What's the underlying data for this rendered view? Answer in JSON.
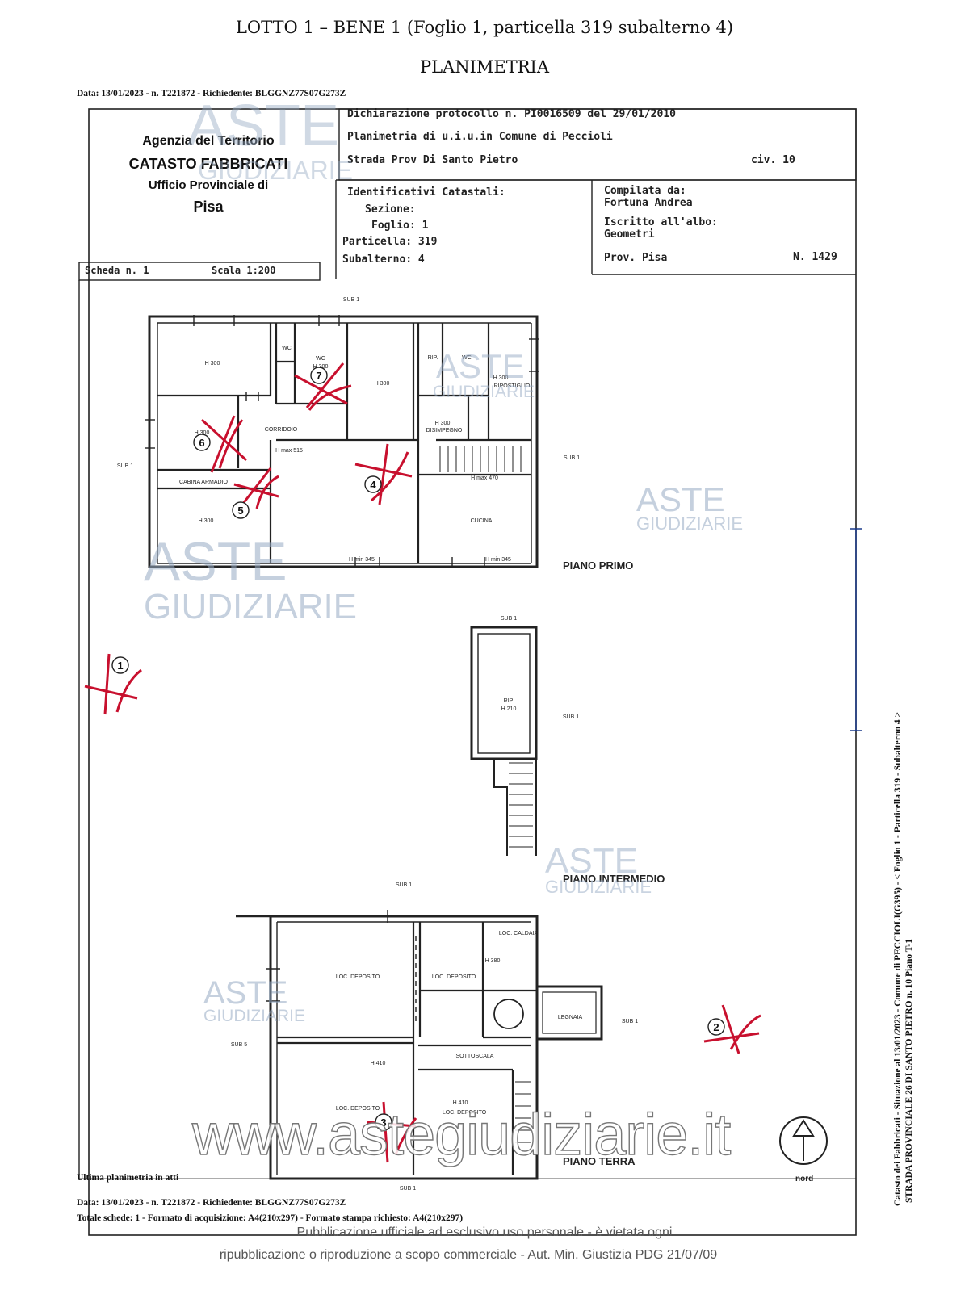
{
  "header": {
    "title": "LOTTO 1 – BENE 1 (Foglio 1, particella 319 subalterno 4)",
    "subtitle": "PLANIMETRIA"
  },
  "request_line": "Data: 13/01/2023 - n. T221872 - Richiedente: BLGGNZ77S07G273Z",
  "agency": {
    "line1": "Agenzia del Territorio",
    "line2": "CATASTO FABBRICATI",
    "line3": "Ufficio Provinciale di",
    "line4": "Pisa"
  },
  "declaration": {
    "protocol": "Dichiarazione protocollo n. PI0016509 del 29/01/2010",
    "plan": "Planimetria di u.i.u.in Comune di Peccioli",
    "street": "Strada Prov Di Santo Pietro",
    "civ": "civ. 10"
  },
  "identifiers": {
    "heading": "Identificativi Catastali:",
    "sezione": "Sezione:",
    "foglio": "Foglio: 1",
    "particella": "Particella: 319",
    "subalterno": "Subalterno: 4"
  },
  "compiler": {
    "label": "Compilata da:",
    "name": "Fortuna Andrea",
    "albo_label": "Iscritto all'albo:",
    "albo": "Geometri",
    "prov": "Prov. Pisa",
    "number": "N.  1429"
  },
  "scheda": {
    "number": "Scheda n. 1",
    "scale": "Scala 1:200"
  },
  "plan_labels": {
    "sub1": "SUB 1",
    "sub5": "SUB 5",
    "h300": "H 300",
    "h380": "H 380",
    "h410": "H 410",
    "h210": "H 210",
    "hmax515": "H max 515",
    "hmax470": "H max 470",
    "hmin345": "H min 345",
    "wc": "WC",
    "rip": "RIP.",
    "ripostiglio": "RIPOSTIGLIO",
    "corridoio": "CORRIDOIO",
    "disimpegno": "DISIMPEGNO",
    "cabina_armadio": "CABINA ARMADIO",
    "cucina": "CUCINA",
    "loc_deposito": "LOC. DEPOSITO",
    "loc_caldaia": "LOC. CALDAIA",
    "legnaia": "LEGNAIA",
    "sottoscala": "SOTTOSCALA",
    "piano_primo": "PIANO PRIMO",
    "piano_intermedio": "PIANO INTERMEDIO",
    "piano_terra": "PIANO TERRA",
    "nord": "nord"
  },
  "photo_points": [
    "1",
    "2",
    "3",
    "4",
    "5",
    "6",
    "7"
  ],
  "footer": {
    "last": "Ultima planimetria in atti",
    "request": "Data: 13/01/2023 - n. T221872 - Richiedente: BLGGNZ77S07G273Z",
    "totals": "Totale schede: 1 - Formato di acquisizione: A4(210x297) - Formato stampa richiesto: A4(210x297)"
  },
  "side_text": {
    "line1": "Catasto dei Fabbricati - Situazione al 13/01/2023 - Comune di PECCIOLI(G395) - < Foglio 1 - Particella 319 - Subalterno 4 >",
    "line2": "STRADA PROVINCIALE 26 DI SANTO PIETRO n. 10 Piano T-1"
  },
  "watermarks": {
    "aste": "ASTE",
    "giudiziarie": "GIUDIZIARIE",
    "site": "www.astegiudiziarie.it",
    "notice1": "Pubblicazione ufficiale ad esclusivo uso personale - è vietata ogni",
    "notice2": "ripubblicazione o riproduzione a scopo commerciale - Aut. Min. Giustizia PDG 21/07/09"
  },
  "colors": {
    "marker": "#c8102e",
    "watermark": "#9fb0c4",
    "ink": "#111111"
  }
}
